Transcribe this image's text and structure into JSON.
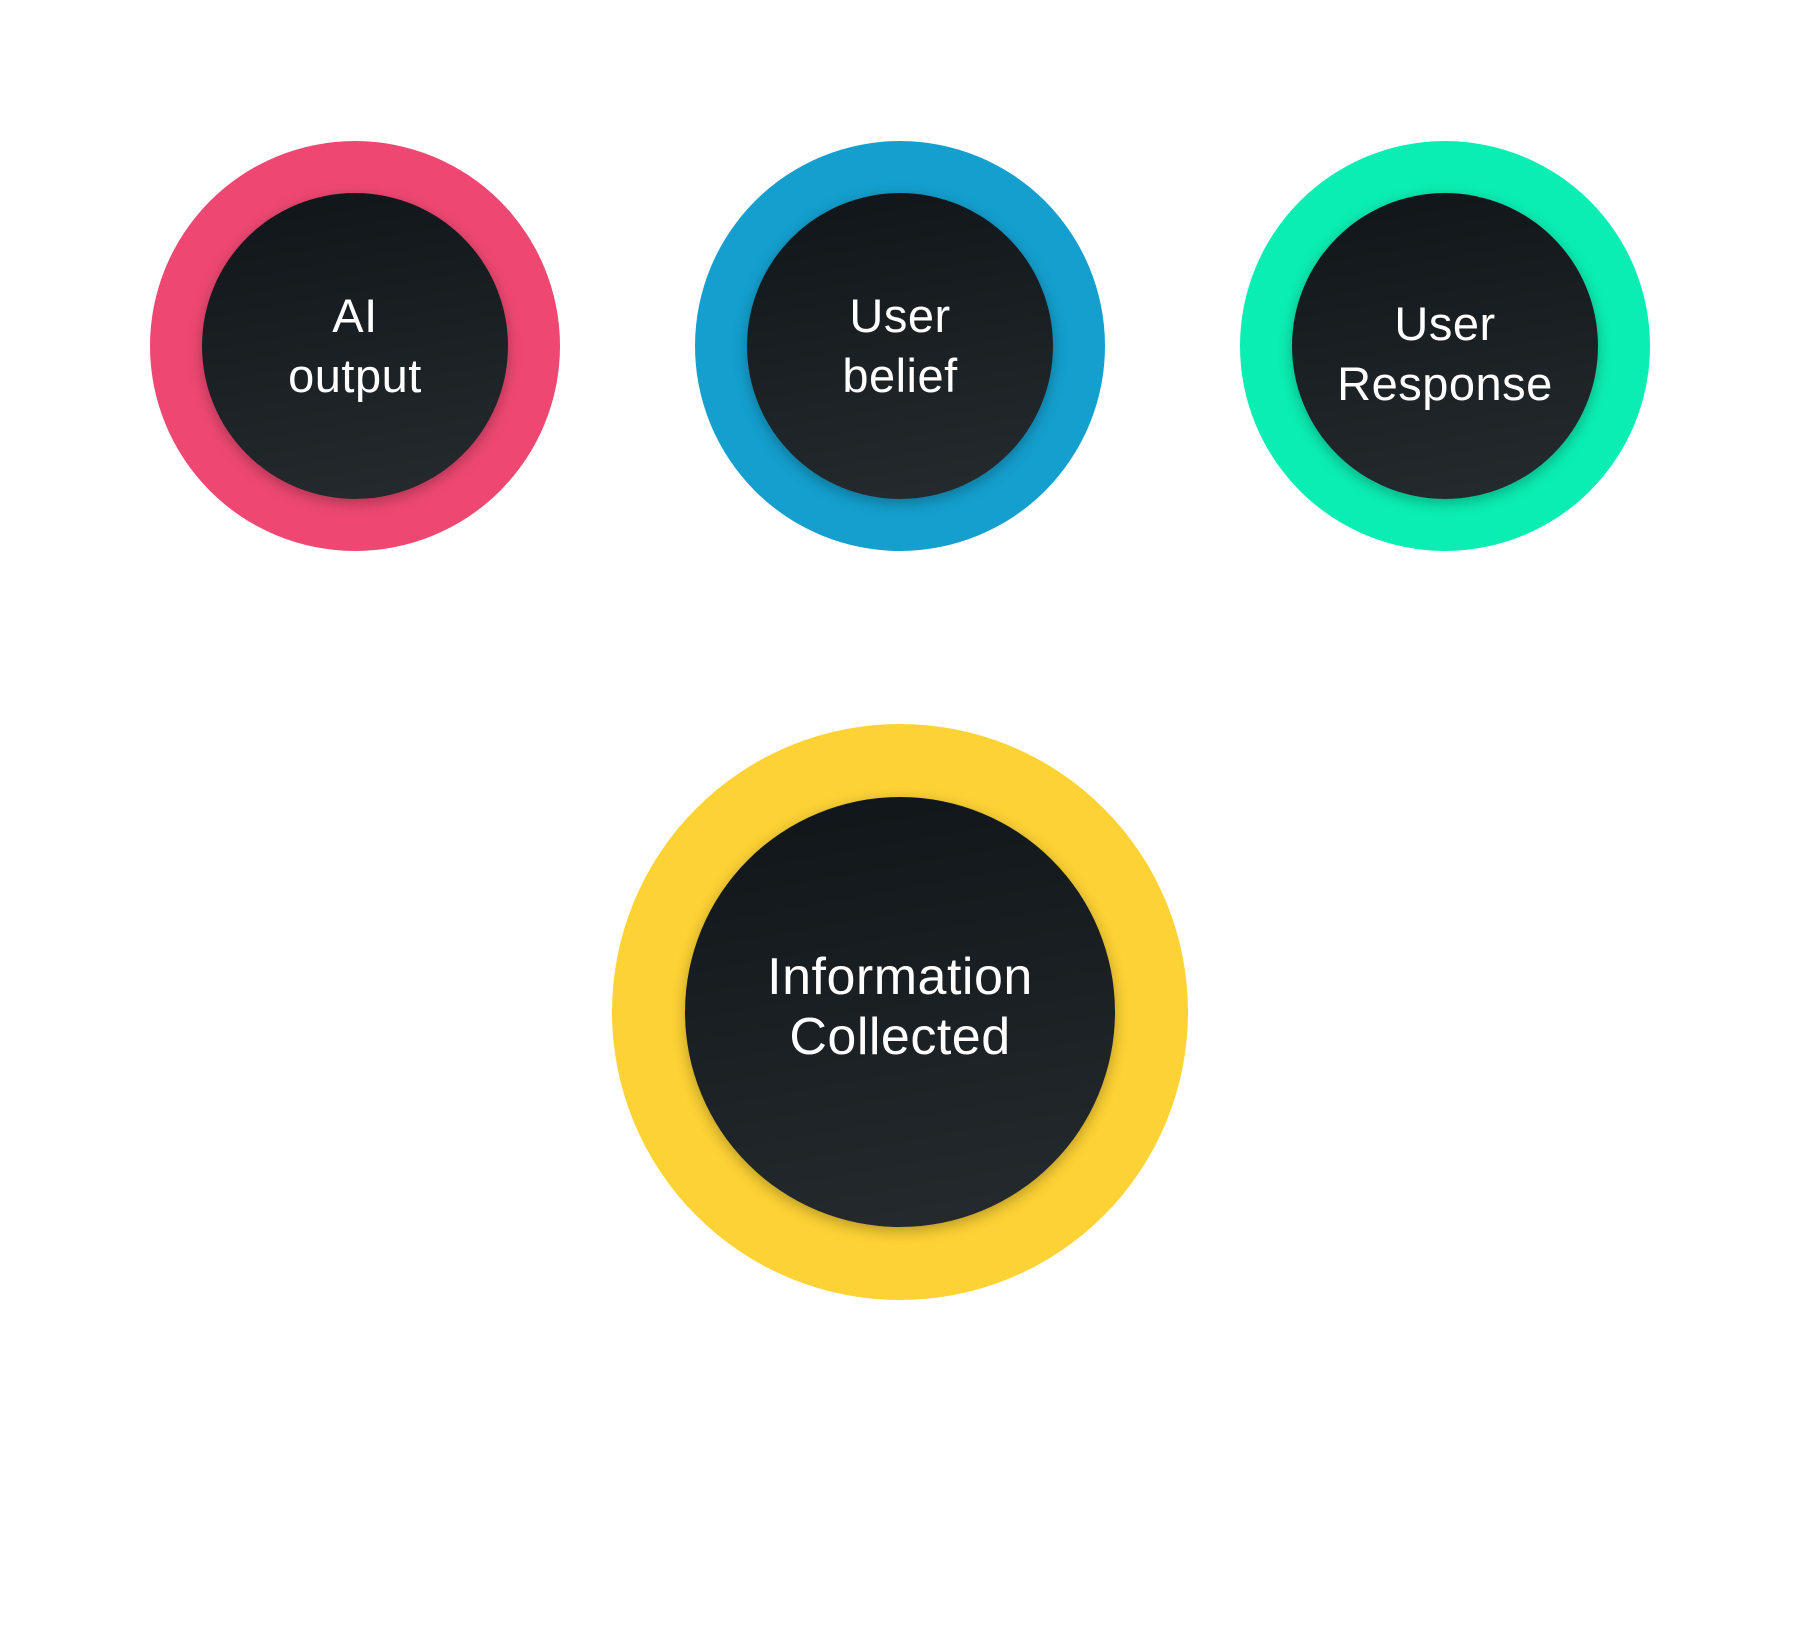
{
  "nodes": [
    {
      "id": "ai-output",
      "lines": [
        "AI",
        "output"
      ],
      "ring_color": "#EE4872"
    },
    {
      "id": "user-belief",
      "lines": [
        "User",
        "belief"
      ],
      "ring_color": "#149FCE"
    },
    {
      "id": "user-response",
      "lines": [
        "User",
        "Response"
      ],
      "ring_color": "#0BEEB3"
    },
    {
      "id": "information-collected",
      "lines": [
        "Information",
        "Collected"
      ],
      "ring_color": "#FDD235"
    }
  ],
  "colors": {
    "inner_top": "#0F1518",
    "inner_bottom": "#252B2E",
    "text": "#FFFFFF",
    "background": "#FFFFFF"
  }
}
